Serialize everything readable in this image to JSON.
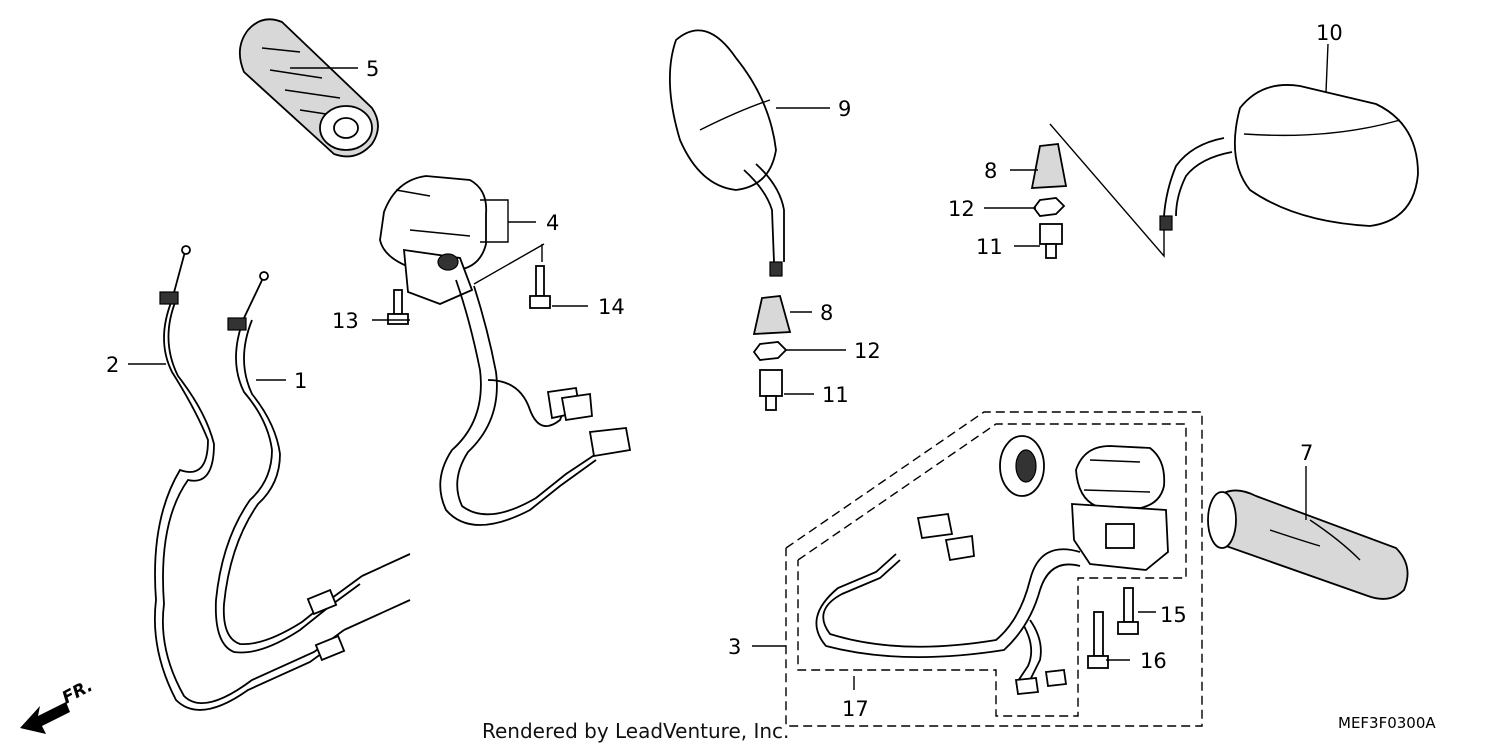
{
  "diagram": {
    "callouts": {
      "n1": "1",
      "n2": "2",
      "n3": "3",
      "n4": "4",
      "n5": "5",
      "n7": "7",
      "n8a": "8",
      "n8b": "8",
      "n9": "9",
      "n10": "10",
      "n11a": "11",
      "n11b": "11",
      "n12a": "12",
      "n12b": "12",
      "n13": "13",
      "n14": "14",
      "n15": "15",
      "n16": "16",
      "n17": "17"
    },
    "credit": "Rendered by LeadVenture, Inc.",
    "diagram_code": "MEF3F0300A",
    "front_indicator": "FR."
  }
}
